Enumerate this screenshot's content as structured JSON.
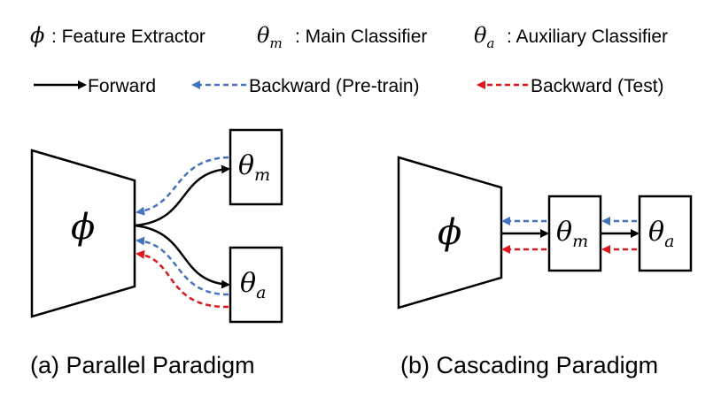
{
  "legend": {
    "phi_symbol": "ϕ",
    "phi_label": ": Feature Extractor",
    "theta_m_symbol": "θm",
    "theta_m_label": ": Main Classifier",
    "theta_a_symbol": "θa",
    "theta_a_label": ": Auxiliary Classifier",
    "forward": "Forward",
    "backward_pretrain": "Backward (Pre-train)",
    "backward_test": "Backward (Test)"
  },
  "panel_a": {
    "caption": "(a) Parallel Paradigm",
    "extractor_symbol": "ϕ",
    "main_symbol": "θ",
    "main_sub": "m",
    "aux_symbol": "θ",
    "aux_sub": "a"
  },
  "panel_b": {
    "caption": "(b) Cascading Paradigm",
    "extractor_symbol": "ϕ",
    "main_symbol": "θ",
    "main_sub": "m",
    "aux_symbol": "θ",
    "aux_sub": "a"
  },
  "colors": {
    "forward": "#000000",
    "backward_pretrain": "#4472C4",
    "backward_test": "#E8141B"
  }
}
